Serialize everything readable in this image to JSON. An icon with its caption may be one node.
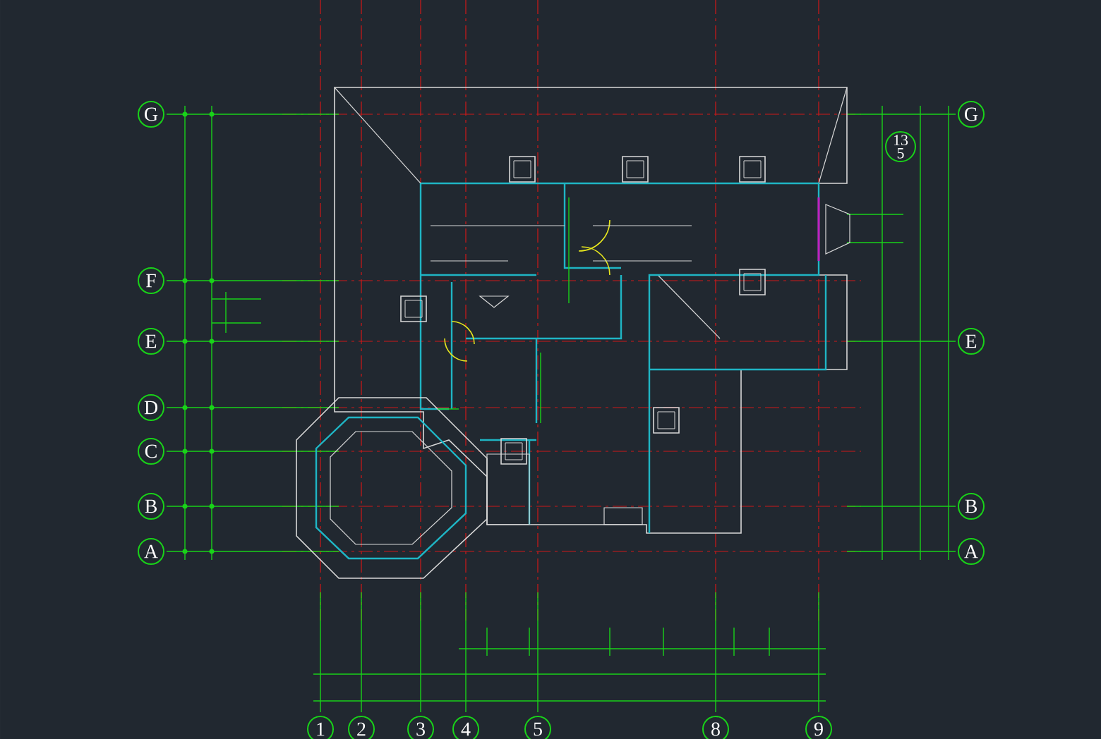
{
  "diagram": {
    "nodes": [
      {
        "text": [
          "G"
        ]
      },
      {
        "text": [
          "F"
        ]
      },
      {
        "text": [
          "E"
        ]
      },
      {
        "text": [
          "D"
        ]
      },
      {
        "text": [
          "C"
        ]
      },
      {
        "text": [
          "B"
        ]
      },
      {
        "text": [
          "A"
        ]
      },
      {
        "text": [
          "G"
        ]
      },
      {
        "text": [
          "13",
          "5"
        ]
      },
      {
        "text": [
          "E"
        ]
      },
      {
        "text": [
          "B"
        ]
      },
      {
        "text": [
          "A"
        ]
      },
      {
        "text": [
          "1"
        ]
      },
      {
        "text": [
          "2"
        ]
      },
      {
        "text": [
          "3"
        ]
      },
      {
        "text": [
          "4"
        ]
      },
      {
        "text": [
          "5"
        ]
      },
      {
        "text": [
          "8"
        ]
      },
      {
        "text": [
          "9"
        ]
      }
    ]
  }
}
